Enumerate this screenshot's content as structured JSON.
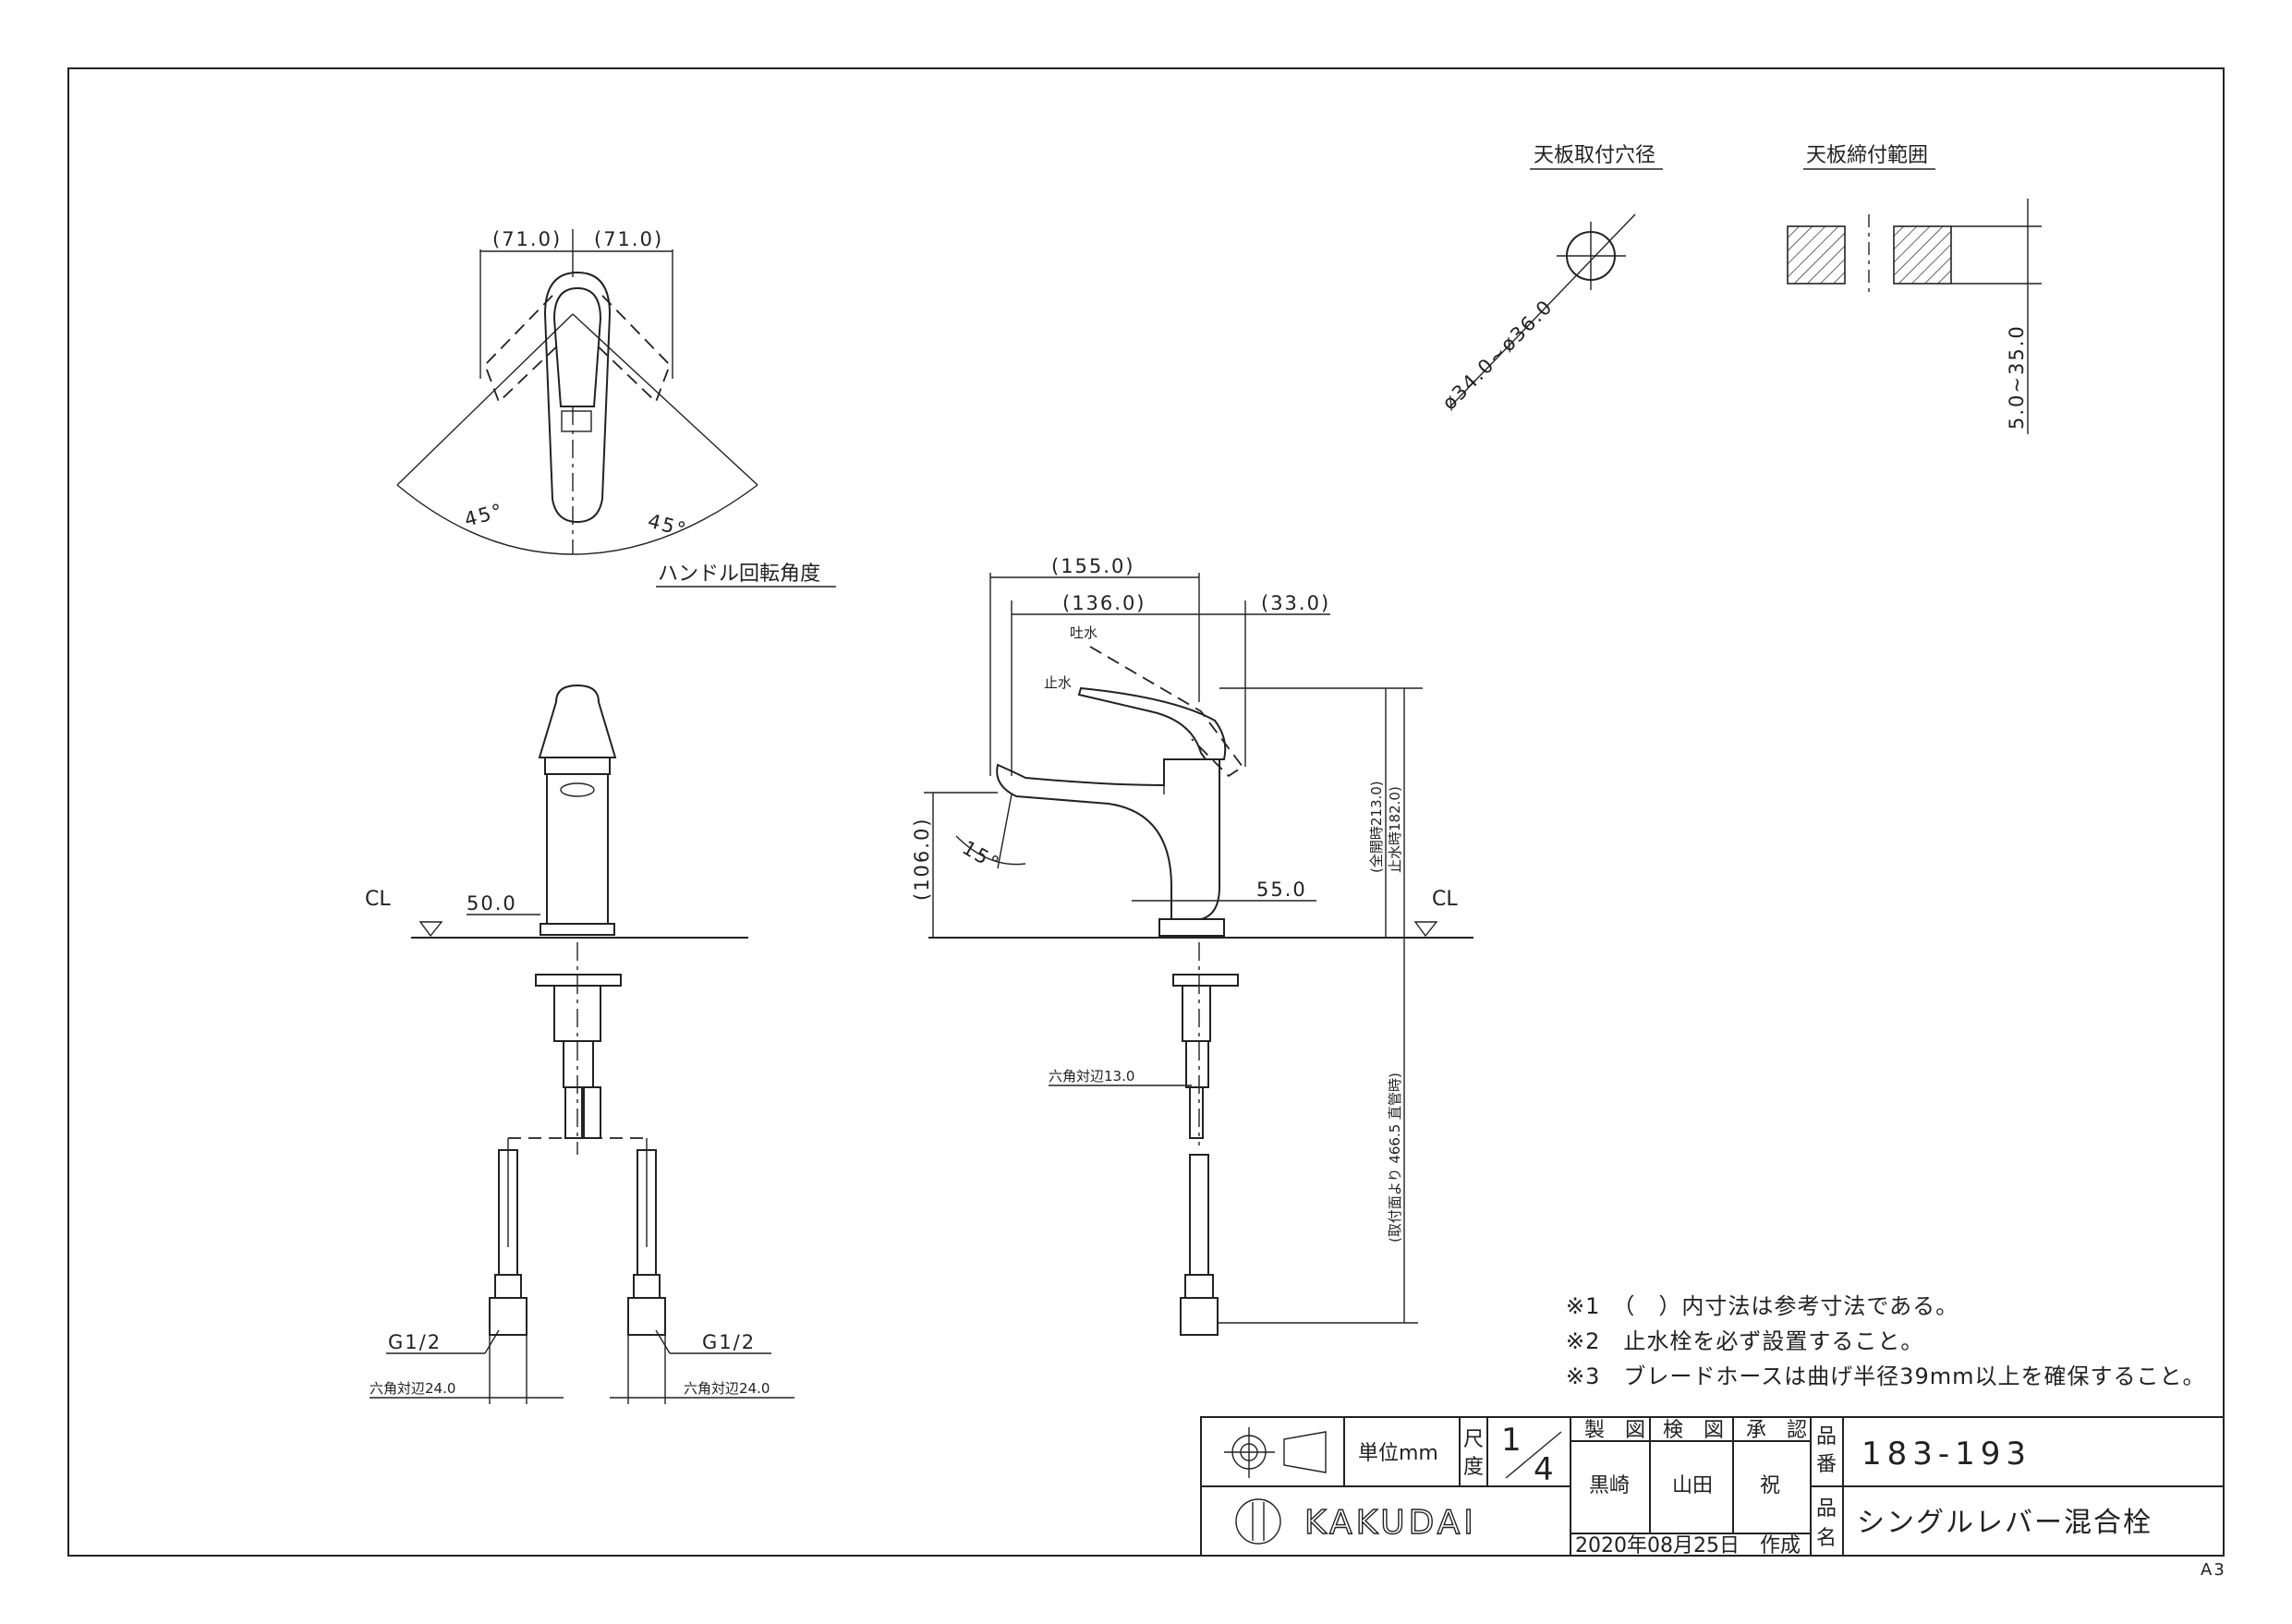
{
  "top_view": {
    "dim_left": "(71.0)",
    "dim_right": "(71.0)",
    "angle_left": "45°",
    "angle_right": "45°",
    "title": "ハンドル回転角度"
  },
  "hole_detail": {
    "title": "天板取付穴径",
    "diameter": "ø34.0~ø36.0"
  },
  "clamp_detail": {
    "title": "天板締付範囲",
    "range": "5.0~35.0"
  },
  "front_view": {
    "cl_label": "CL",
    "dim_base": "50.0",
    "g_left": "G1/2",
    "g_right": "G1/2",
    "hex_left": "六角対辺24.0",
    "hex_right": "六角対辺24.0"
  },
  "side_view": {
    "dim_total": "(155.0)",
    "dim_spout": "(136.0)",
    "dim_lever": "(33.0)",
    "label_open": "吐水",
    "label_closed": "止水",
    "dim_height_open": "(全開時213.0)",
    "dim_height_closed": "止水時182.0)",
    "dim_spout_height": "(106.0)",
    "angle": "15°",
    "dim_base": "55.0",
    "cl_label": "CL",
    "hex_nut": "六角対辺13.0",
    "dim_hose": "(取付面より 466.5 直管時)"
  },
  "notes": [
    "※1　（　）内寸法は参考寸法である。",
    "※2　止水栓を必ず設置すること。",
    "※3　ブレードホースは曲げ半径39mm以上を確保すること。"
  ],
  "title_block": {
    "unit_label": "単位mm",
    "scale_label_1": "尺",
    "scale_label_2": "度",
    "scale_num": "1",
    "scale_den": "4",
    "header_design": "製　図",
    "header_check": "検　図",
    "header_approve": "承　認",
    "name_design": "黒崎",
    "name_check": "山田",
    "name_approve": "祝",
    "date": "2020年08月25日　作成",
    "part_no_label_1": "品",
    "part_no_label_2": "番",
    "part_no": "183-193",
    "part_name_label_1": "品",
    "part_name_label_2": "名",
    "part_name": "シングルレバー混合栓",
    "brand": "KAKUDAI"
  },
  "sheet_size": "A3"
}
